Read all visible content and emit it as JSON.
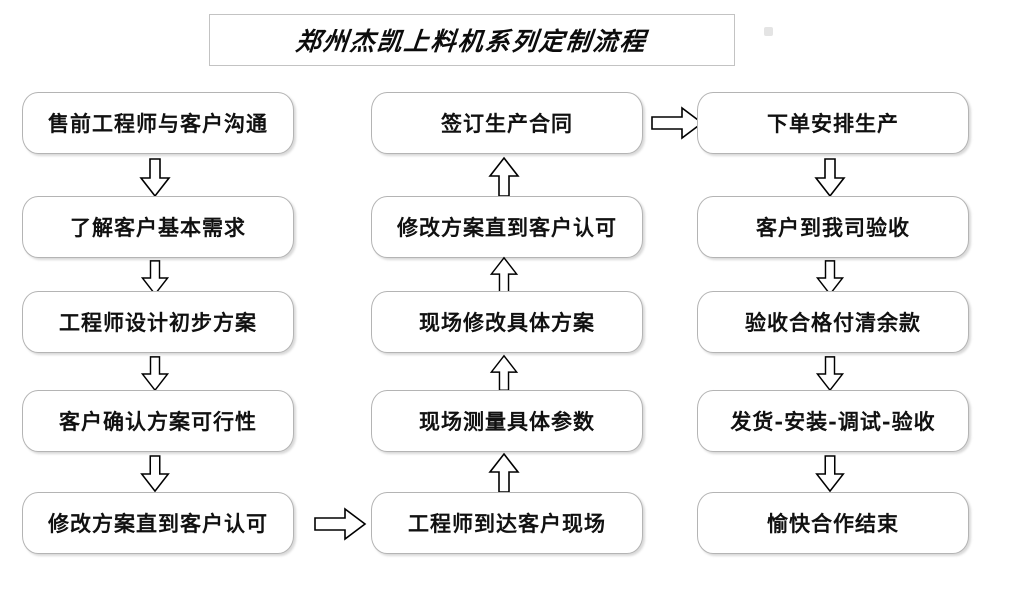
{
  "title": {
    "text": "郑州杰凯上料机系列定制流程"
  },
  "colors": {
    "background": "#ffffff",
    "box_border": "#b4b4b4",
    "title_border": "#c3c3c3",
    "text": "#111111",
    "arrow_stroke": "#000000",
    "arrow_fill": "#ffffff"
  },
  "columns": [
    {
      "id": "column-1",
      "flow_direction": "down",
      "nodes": [
        {
          "id": "n1",
          "label": "售前工程师与客户沟通"
        },
        {
          "id": "n2",
          "label": "了解客户基本需求"
        },
        {
          "id": "n3",
          "label": "工程师设计初步方案"
        },
        {
          "id": "n4",
          "label": "客户确认方案可行性"
        },
        {
          "id": "n5",
          "label": "修改方案直到客户认可"
        }
      ]
    },
    {
      "id": "column-2",
      "flow_direction": "up",
      "nodes": [
        {
          "id": "n6",
          "label": "签订生产合同"
        },
        {
          "id": "n7",
          "label": "修改方案直到客户认可"
        },
        {
          "id": "n8",
          "label": "现场修改具体方案"
        },
        {
          "id": "n9",
          "label": "现场测量具体参数"
        },
        {
          "id": "n10",
          "label": "工程师到达客户现场"
        }
      ]
    },
    {
      "id": "column-3",
      "flow_direction": "down",
      "nodes": [
        {
          "id": "n11",
          "label": "下单安排生产"
        },
        {
          "id": "n12",
          "label": "客户到我司验收"
        },
        {
          "id": "n13",
          "label": "验收合格付清余款"
        },
        {
          "id": "n14",
          "label": "发货-安装-调试-验收"
        },
        {
          "id": "n15",
          "label": "愉快合作结束"
        }
      ]
    }
  ],
  "connectors": {
    "col1_down": [
      "arrow-down-icon",
      "arrow-down-icon",
      "arrow-down-icon",
      "arrow-down-icon"
    ],
    "col2_up": [
      "arrow-up-icon",
      "arrow-up-icon",
      "arrow-up-icon",
      "arrow-up-icon"
    ],
    "col3_down": [
      "arrow-down-icon",
      "arrow-down-icon",
      "arrow-down-icon",
      "arrow-down-icon"
    ],
    "col1_to_col2": "arrow-right-icon",
    "col2_to_col3": "arrow-right-icon"
  }
}
